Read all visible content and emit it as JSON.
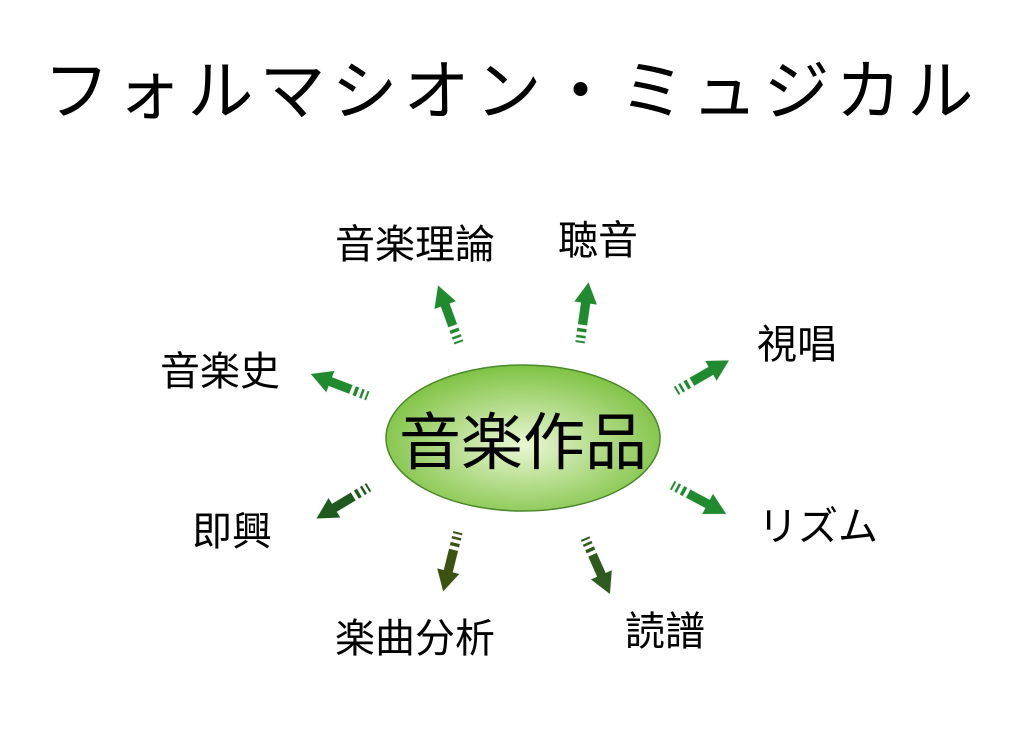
{
  "title": "フォルマシオン・ミュジカル",
  "center": {
    "label": "音楽作品"
  },
  "nodes": [
    {
      "id": "music-theory",
      "label": "音楽理論",
      "color": "#1f8a2e"
    },
    {
      "id": "ear-training",
      "label": "聴音",
      "color": "#1f8a2e"
    },
    {
      "id": "sight-singing",
      "label": "視唱",
      "color": "#1f8a2e"
    },
    {
      "id": "rhythm",
      "label": "リズム",
      "color": "#1f8a2e"
    },
    {
      "id": "sight-reading",
      "label": "読譜",
      "color": "#2d5a1e"
    },
    {
      "id": "music-analysis",
      "label": "楽曲分析",
      "color": "#3a5212"
    },
    {
      "id": "improvisation",
      "label": "即興",
      "color": "#1e5a1e"
    },
    {
      "id": "music-history",
      "label": "音楽史",
      "color": "#1f8a2e"
    }
  ],
  "colors": {
    "ellipse_light": "#eaf7d3",
    "ellipse_dark": "#7ec243",
    "ellipse_stroke": "#4a8a2a"
  }
}
